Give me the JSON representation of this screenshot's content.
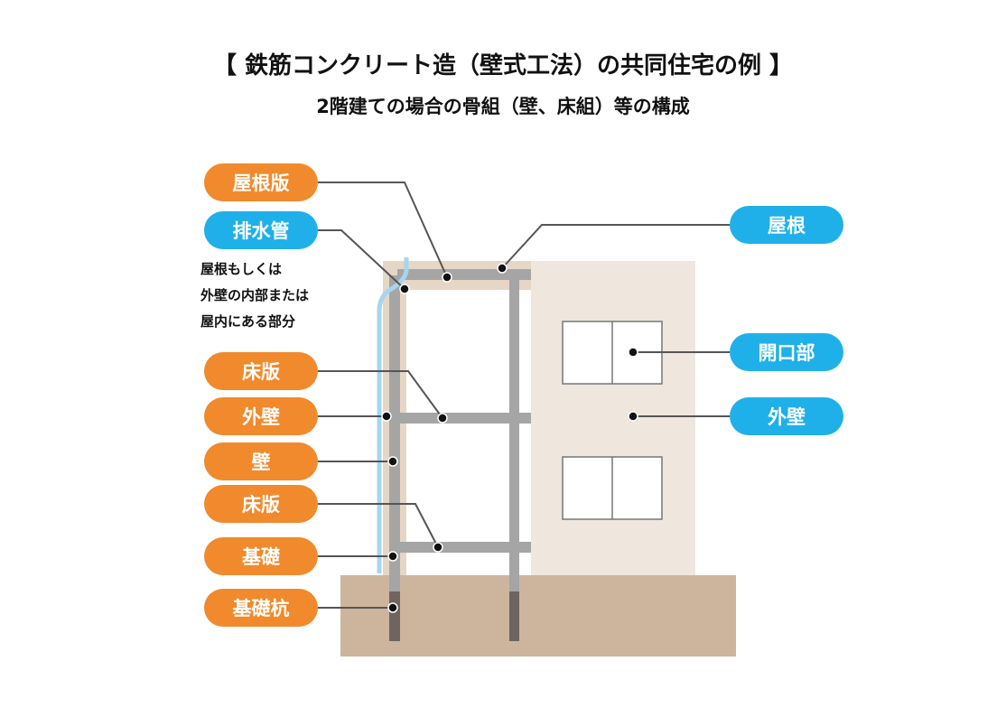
{
  "title": "【 鉄筋コンクリート造（壁式工法）の共同住宅の例 】",
  "subtitle": "2階建ての場合の骨組（壁、床組）等の構成",
  "labels_left": [
    {
      "text": "屋根版",
      "type": "orange"
    },
    {
      "text": "排水管",
      "type": "blue"
    },
    {
      "text": "床版",
      "type": "orange"
    },
    {
      "text": "外壁",
      "type": "orange"
    },
    {
      "text": "壁",
      "type": "orange"
    },
    {
      "text": "床版",
      "type": "orange"
    },
    {
      "text": "基礎",
      "type": "orange"
    },
    {
      "text": "基礎杭",
      "type": "orange"
    }
  ],
  "labels_right": [
    {
      "text": "屋根"
    },
    {
      "text": "開口部"
    },
    {
      "text": "外壁"
    }
  ],
  "note": [
    "屋根もしくは",
    "外壁の内部または",
    "屋内にある部分"
  ],
  "colors": {
    "orange": "#f08a2c",
    "blue": "#1fb0ea",
    "ground": "#cdb59d",
    "building": "#efe6de"
  }
}
